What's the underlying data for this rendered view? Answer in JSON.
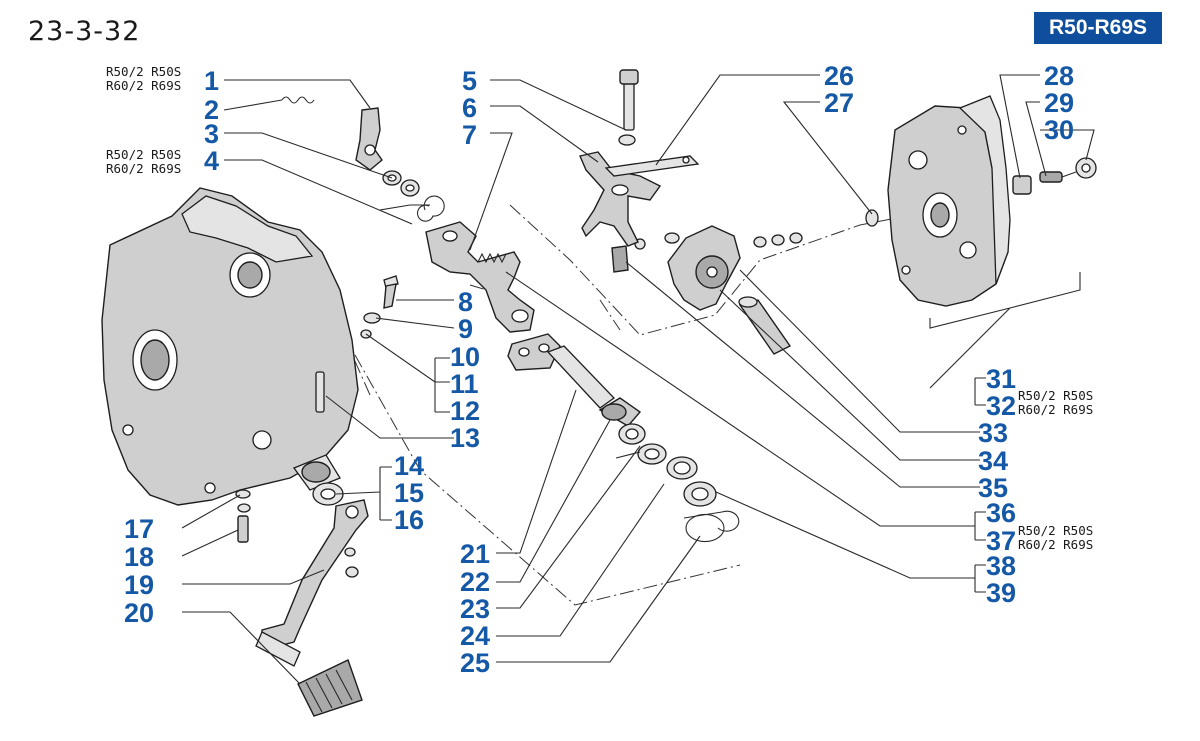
{
  "page_code": "23-3-32",
  "model_badge": "R50-R69S",
  "colors": {
    "number": "#1458a6",
    "badge": "#0f4e9c",
    "text": "#1a1a1a"
  },
  "callouts": {
    "n1": "1",
    "n2": "2",
    "n3": "3",
    "n4": "4",
    "n5": "5",
    "n6": "6",
    "n7": "7",
    "n8": "8",
    "n9": "9",
    "n10": "10",
    "n11": "11",
    "n12": "12",
    "n13": "13",
    "n14": "14",
    "n15": "15",
    "n16": "16",
    "n17": "17",
    "n18": "18",
    "n19": "19",
    "n20": "20",
    "n21": "21",
    "n22": "22",
    "n23": "23",
    "n24": "24",
    "n25": "25",
    "n26": "26",
    "n27": "27",
    "n28": "28",
    "n29": "29",
    "n30": "30",
    "n31": "31",
    "n32": "32",
    "n33": "33",
    "n34": "34",
    "n35": "35",
    "n36": "36",
    "n37": "37",
    "n38": "38",
    "n39": "39"
  },
  "variants": {
    "v1a": "R50/2 R50S",
    "v1b": "R60/2 R69S",
    "v4a": "R50/2 R50S",
    "v4b": "R60/2 R69S",
    "v32a": "R50/2 R50S",
    "v32b": "R60/2 R69S",
    "v37a": "R50/2 R50S",
    "v37b": "R60/2 R69S"
  }
}
